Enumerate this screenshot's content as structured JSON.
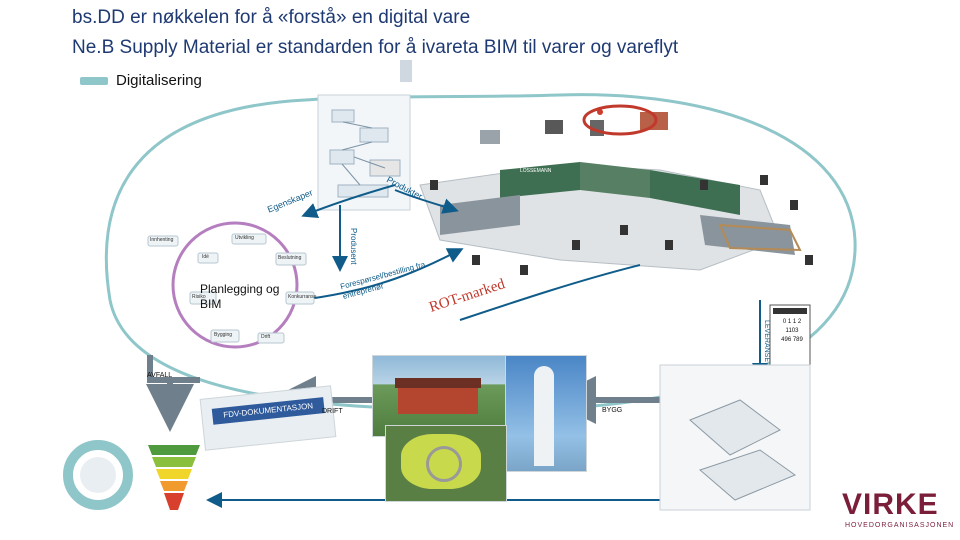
{
  "title": {
    "line1": "bs.DD er nøkkelen for å «forstå» en digital vare",
    "line2": "Ne.B Supply Material er standarden for å ivareta  BIM til varer og vareflyt"
  },
  "legend": {
    "label": "Digitalisering",
    "color": "#8fc6c9"
  },
  "cycle": {
    "center_label": "Planlegging og BIM",
    "nodes": [
      "Innhenting",
      "Utvikling",
      "Idé",
      "Beslutning",
      "Risiko",
      "Konkurranse",
      "Bygging",
      "Drift"
    ]
  },
  "labels": {
    "egenskaper": "Egenskaper",
    "produkter": "Produkter",
    "produsent": "Produsent",
    "forespoersel": "Forespørsel/bestilling fra entreprenør",
    "rot_marked": "ROT-marked",
    "leveranse": "LEVERANSE",
    "avfall": "AVFALL",
    "drift": "DRIFT",
    "bygg": "BYGG",
    "fdv": "FDV-DOKUMENTASJON"
  },
  "warehouse_label": "LOSSEMANN",
  "label_tag": {
    "values": [
      "0 1 1 2",
      "1103",
      "496 789"
    ]
  },
  "brand": {
    "name": "VIRKE",
    "tagline": "HOVEDORGANISASJONEN",
    "color": "#7a1e3a"
  },
  "colors": {
    "accent_teal": "#8fc6c9",
    "arrow_blue": "#0f5c8a",
    "arrow_gray": "#6f7f8c",
    "title_blue": "#1f3a73"
  }
}
